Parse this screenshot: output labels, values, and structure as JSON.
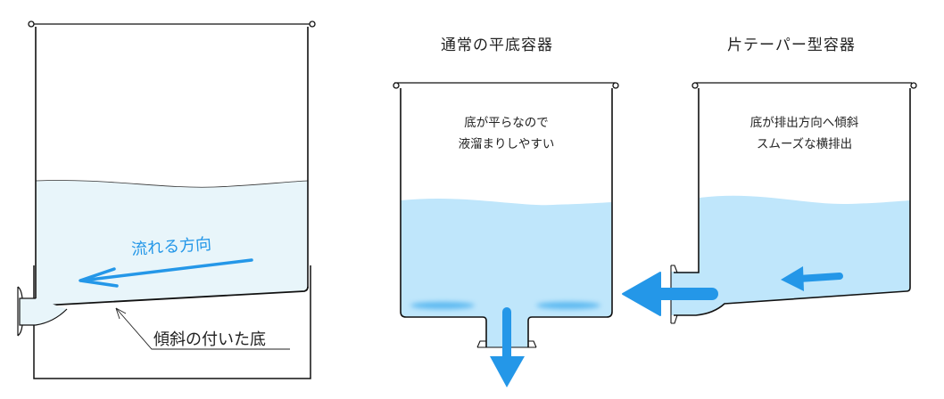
{
  "colors": {
    "outline": "#111111",
    "liquid_light": "#e8f5fa",
    "liquid": "#bfe6fb",
    "arrow": "#2497e8",
    "puddle": "#5ab8f0"
  },
  "left_figure": {
    "flow_label": "流れる方向",
    "bottom_callout": "傾斜の付いた底"
  },
  "middle_figure": {
    "title": "通常の平底容器",
    "note_line1": "底が平らなので",
    "note_line2": "液溜まりしやすい"
  },
  "right_figure": {
    "title": "片テーパー型容器",
    "note_line1": "底が排出方向へ傾斜",
    "note_line2": "スムーズな横排出"
  }
}
